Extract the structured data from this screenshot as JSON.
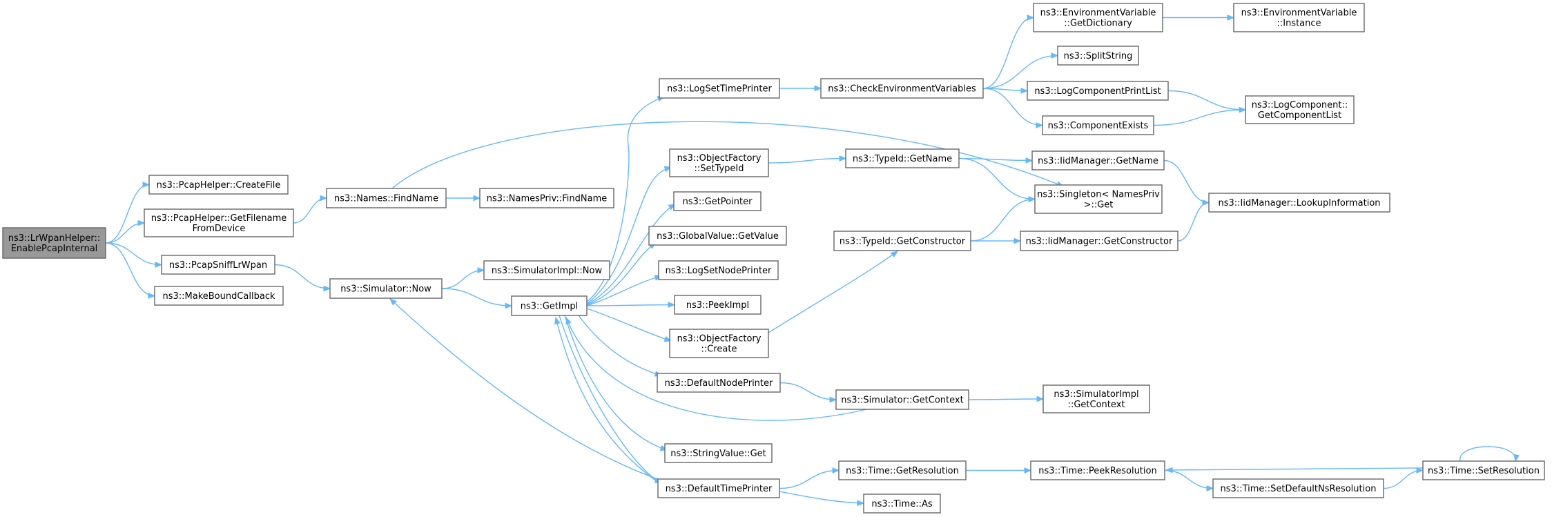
{
  "colors": {
    "edge": "#63b8ff",
    "node_border": "#666666",
    "root_fill": "#999999",
    "node_fill": "#ffffff"
  },
  "nodes": {
    "root": [
      "ns3::LrWpanHelper::",
      "EnablePcapInternal"
    ],
    "pcap_createfile": [
      "ns3::PcapHelper::CreateFile"
    ],
    "pcap_getfilename": [
      "ns3::PcapHelper::GetFilename",
      "FromDevice"
    ],
    "pcap_sniff": [
      "ns3::PcapSniffLrWpan"
    ],
    "makebound": [
      "ns3::MakeBoundCallback"
    ],
    "names_findname": [
      "ns3::Names::FindName"
    ],
    "namespriv_findname": [
      "ns3::NamesPriv::FindName"
    ],
    "simulator_now": [
      "ns3::Simulator::Now"
    ],
    "simimpl_now": [
      "ns3::SimulatorImpl::Now"
    ],
    "getimpl": [
      "ns3::GetImpl"
    ],
    "logsettimeprinter": [
      "ns3::LogSetTimePrinter"
    ],
    "objfactory_settypeid": [
      "ns3::ObjectFactory",
      "::SetTypeId"
    ],
    "getpointer": [
      "ns3::GetPointer"
    ],
    "globalvalue_getvalue": [
      "ns3::GlobalValue::GetValue"
    ],
    "logsetnodeprinter": [
      "ns3::LogSetNodePrinter"
    ],
    "peekimpl": [
      "ns3::PeekImpl"
    ],
    "objfactory_create": [
      "ns3::ObjectFactory",
      "::Create"
    ],
    "defaultnodeprinter": [
      "ns3::DefaultNodePrinter"
    ],
    "stringvalue_get": [
      "ns3::StringValue::Get"
    ],
    "defaulttimeprinter": [
      "ns3::DefaultTimePrinter"
    ],
    "checkenvvars": [
      "ns3::CheckEnvironmentVariables"
    ],
    "typeid_getname": [
      "ns3::TypeId::GetName"
    ],
    "typeid_getconstructor": [
      "ns3::TypeId::GetConstructor"
    ],
    "simulator_getcontext": [
      "ns3::Simulator::GetContext"
    ],
    "time_getresolution": [
      "ns3::Time::GetResolution"
    ],
    "time_as": [
      "ns3::Time::As"
    ],
    "envvar_getdictionary": [
      "ns3::EnvironmentVariable",
      "::GetDictionary"
    ],
    "splitstring": [
      "ns3::SplitString"
    ],
    "logcomponentprintlist": [
      "ns3::LogComponentPrintList"
    ],
    "componentexists": [
      "ns3::ComponentExists"
    ],
    "iidmanager_getname": [
      "ns3::IidManager::GetName"
    ],
    "singleton_get": [
      "ns3::Singleton< NamesPriv",
      " >::Get"
    ],
    "iidmanager_getconstructor": [
      "ns3::IidManager::GetConstructor"
    ],
    "simimpl_getcontext": [
      "ns3::SimulatorImpl",
      "::GetContext"
    ],
    "time_peekresolution": [
      "ns3::Time::PeekResolution"
    ],
    "time_setdefaultnsresolution": [
      "ns3::Time::SetDefaultNsResolution"
    ],
    "envvar_instance": [
      "ns3::EnvironmentVariable",
      "::Instance"
    ],
    "logcomponent_getlist": [
      "ns3::LogComponent::",
      "GetComponentList"
    ],
    "iidmanager_lookup": [
      "ns3::IidManager::LookupInformation"
    ],
    "time_setresolution": [
      "ns3::Time::SetResolution"
    ]
  },
  "edges": [
    [
      "root",
      "pcap_createfile"
    ],
    [
      "root",
      "pcap_getfilename"
    ],
    [
      "root",
      "pcap_sniff"
    ],
    [
      "root",
      "makebound"
    ],
    [
      "pcap_getfilename",
      "names_findname"
    ],
    [
      "pcap_sniff",
      "simulator_now"
    ],
    [
      "names_findname",
      "namespriv_findname"
    ],
    [
      "names_findname",
      "singleton_get"
    ],
    [
      "simulator_now",
      "simimpl_now"
    ],
    [
      "simulator_now",
      "getimpl"
    ],
    [
      "getimpl",
      "logsettimeprinter"
    ],
    [
      "getimpl",
      "objfactory_settypeid"
    ],
    [
      "getimpl",
      "getpointer"
    ],
    [
      "getimpl",
      "globalvalue_getvalue"
    ],
    [
      "getimpl",
      "logsetnodeprinter"
    ],
    [
      "getimpl",
      "peekimpl"
    ],
    [
      "getimpl",
      "objfactory_create"
    ],
    [
      "getimpl",
      "defaultnodeprinter"
    ],
    [
      "getimpl",
      "stringvalue_get"
    ],
    [
      "getimpl",
      "defaulttimeprinter"
    ],
    [
      "logsettimeprinter",
      "checkenvvars"
    ],
    [
      "checkenvvars",
      "envvar_getdictionary"
    ],
    [
      "checkenvvars",
      "splitstring"
    ],
    [
      "checkenvvars",
      "logcomponentprintlist"
    ],
    [
      "checkenvvars",
      "componentexists"
    ],
    [
      "envvar_getdictionary",
      "envvar_instance"
    ],
    [
      "logcomponentprintlist",
      "logcomponent_getlist"
    ],
    [
      "componentexists",
      "logcomponent_getlist"
    ],
    [
      "objfactory_settypeid",
      "typeid_getname"
    ],
    [
      "typeid_getname",
      "iidmanager_getname"
    ],
    [
      "typeid_getname",
      "singleton_get"
    ],
    [
      "iidmanager_getname",
      "iidmanager_lookup"
    ],
    [
      "objfactory_create",
      "typeid_getconstructor"
    ],
    [
      "typeid_getconstructor",
      "singleton_get"
    ],
    [
      "typeid_getconstructor",
      "iidmanager_getconstructor"
    ],
    [
      "iidmanager_getconstructor",
      "iidmanager_lookup"
    ],
    [
      "defaultnodeprinter",
      "simulator_getcontext"
    ],
    [
      "simulator_getcontext",
      "simimpl_getcontext"
    ],
    [
      "simulator_getcontext",
      "getimpl"
    ],
    [
      "defaulttimeprinter",
      "simulator_now"
    ],
    [
      "defaulttimeprinter",
      "getimpl"
    ],
    [
      "defaulttimeprinter",
      "time_getresolution"
    ],
    [
      "defaulttimeprinter",
      "time_as"
    ],
    [
      "time_getresolution",
      "time_peekresolution"
    ],
    [
      "time_peekresolution",
      "time_setdefaultnsresolution"
    ],
    [
      "time_setdefaultnsresolution",
      "time_setresolution"
    ],
    [
      "time_setresolution",
      "time_peekresolution"
    ],
    [
      "time_setresolution",
      "time_setresolution"
    ]
  ]
}
